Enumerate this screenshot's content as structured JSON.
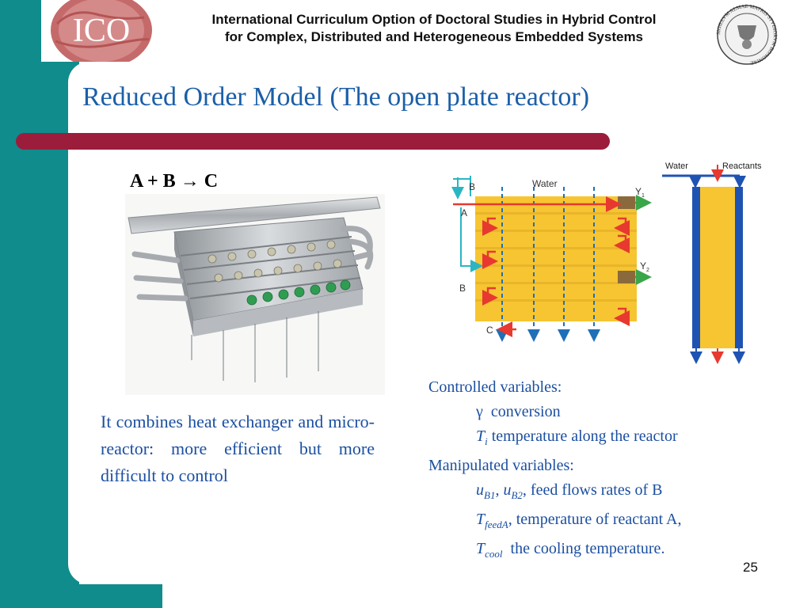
{
  "header": {
    "logo_text": "ICO",
    "title_line1": "International Curriculum Option of Doctoral Studies in Hybrid Control",
    "title_line2": "for Complex, Distributed and Heterogeneous Embedded Systems",
    "seal_text": "SIGILLVM ALMAE MATRIS STVDIORVM BONONIAE"
  },
  "slide": {
    "title": "Reduced Order Model (The open plate reactor)",
    "equation": "A + B → C",
    "description": "It combines heat exchanger and micro-reactor: more efficient but more difficult to control",
    "page_number": "25"
  },
  "diagram": {
    "label_B_top": "B",
    "label_water": "Water",
    "label_A": "A",
    "label_B_mid": "B",
    "label_C": "C",
    "label_Y": "Y",
    "sub_1": "1",
    "sub_2": "2",
    "flow_water": "Water",
    "flow_reactants": "Reactants"
  },
  "variables": {
    "controlled_heading": "Controlled variables:",
    "gamma_symbol": "γ",
    "gamma_desc": "conversion",
    "ti_symbol": "T",
    "ti_sub": "i",
    "ti_desc": "temperature along the reactor",
    "manipulated_heading": "Manipulated variables:",
    "u_symbol": "u",
    "ub1_sub": "B1",
    "ub2_sub": "B2",
    "u_desc": ", feed flows rates of B",
    "tfeed_symbol": "T",
    "tfeed_sub": "feedA",
    "tfeed_desc": ", temperature of reactant A,",
    "tcool_symbol": "T",
    "tcool_sub": "cool",
    "tcool_desc": "the cooling temperature."
  },
  "colors": {
    "band": "#108c8c",
    "title_rule": "#9c1c3c",
    "text_blue": "#1b4fa0",
    "plate_yellow": "#f6c531",
    "flow_blue": "#1f53b3",
    "reactant_red": "#e7392f"
  }
}
